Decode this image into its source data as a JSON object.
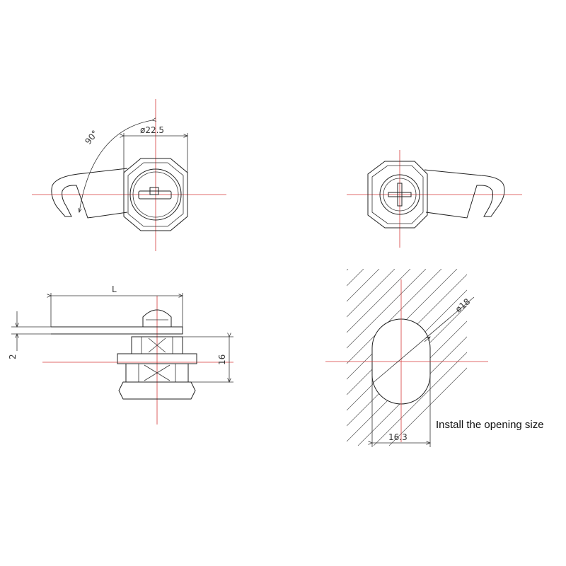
{
  "dimensions": {
    "angle": "90°",
    "diameter_head": "ø22.5",
    "length": "L",
    "thickness": "2",
    "height": "16",
    "hole_diameter": "ø18",
    "hole_flat": "16.3"
  },
  "caption": "Install the opening size",
  "colors": {
    "line": "#222222",
    "centerline": "#d63a3a"
  }
}
